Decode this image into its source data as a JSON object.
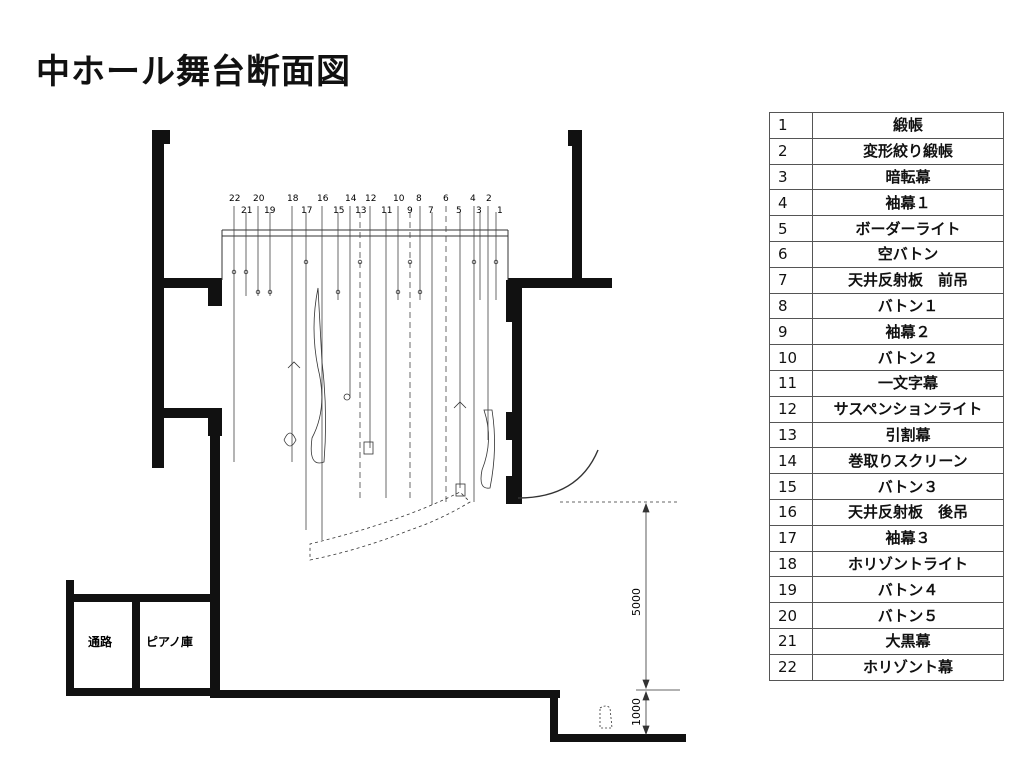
{
  "title": "中ホール舞台断面図",
  "rooms": {
    "passage": "通路",
    "piano_storage": "ピアノ庫"
  },
  "dimensions": {
    "stage_height": "5000",
    "pit_depth": "1000"
  },
  "line_numbers": {
    "top_row": [
      "22",
      "20",
      "18",
      "16",
      "14",
      "12",
      "10",
      "8",
      "6",
      "4",
      "2"
    ],
    "bottom_row": [
      "21",
      "19",
      "17",
      "15",
      "13",
      "11",
      "9",
      "7",
      "5",
      "3",
      "1"
    ]
  },
  "legend": [
    {
      "num": "1",
      "label": "緞帳"
    },
    {
      "num": "2",
      "label": "変形絞り緞帳"
    },
    {
      "num": "3",
      "label": "暗転幕"
    },
    {
      "num": "4",
      "label": "袖幕１"
    },
    {
      "num": "5",
      "label": "ボーダーライト"
    },
    {
      "num": "6",
      "label": "空バトン"
    },
    {
      "num": "7",
      "label": "天井反射板　前吊"
    },
    {
      "num": "8",
      "label": "バトン１"
    },
    {
      "num": "9",
      "label": "袖幕２"
    },
    {
      "num": "10",
      "label": "バトン２"
    },
    {
      "num": "11",
      "label": "一文字幕"
    },
    {
      "num": "12",
      "label": "サスペンションライト"
    },
    {
      "num": "13",
      "label": "引割幕"
    },
    {
      "num": "14",
      "label": "巻取りスクリーン"
    },
    {
      "num": "15",
      "label": "バトン３"
    },
    {
      "num": "16",
      "label": "天井反射板　後吊"
    },
    {
      "num": "17",
      "label": "袖幕３"
    },
    {
      "num": "18",
      "label": "ホリゾントライト"
    },
    {
      "num": "19",
      "label": "バトン４"
    },
    {
      "num": "20",
      "label": "バトン５"
    },
    {
      "num": "21",
      "label": "大黒幕"
    },
    {
      "num": "22",
      "label": "ホリゾント幕"
    }
  ]
}
